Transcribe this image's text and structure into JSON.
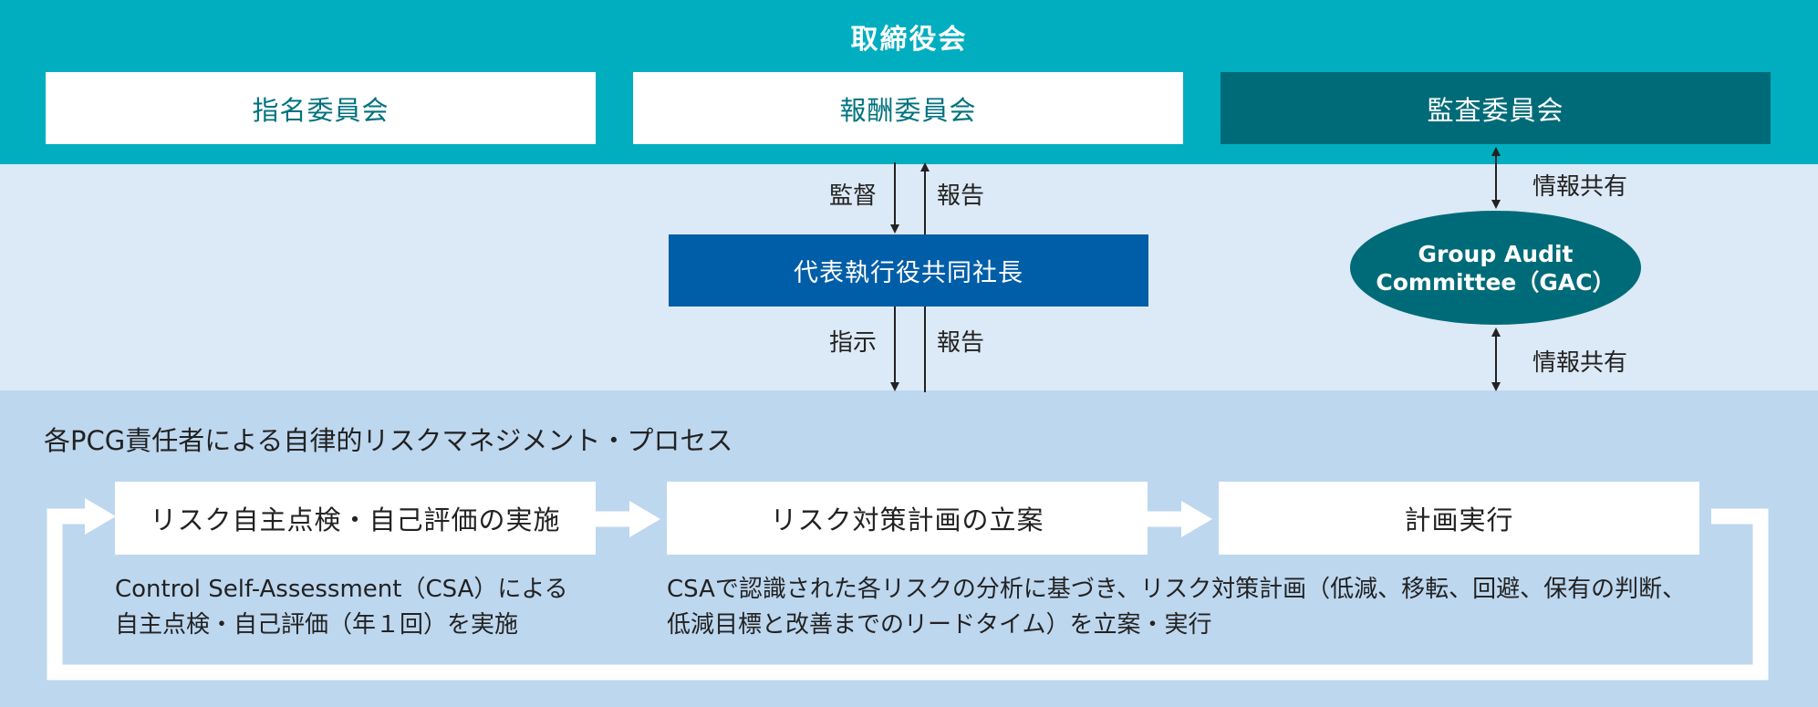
{
  "board": {
    "title": "取締役会"
  },
  "committees": [
    {
      "label": "指名委員会"
    },
    {
      "label": "報酬委員会"
    },
    {
      "label": "監査委員会"
    }
  ],
  "flows": {
    "supervise": "監督",
    "report_up": "報告",
    "instruct": "指示",
    "report_down": "報告",
    "info_share_top": "情報共有",
    "info_share_bottom": "情報共有"
  },
  "ceo": {
    "label": "代表執行役共同社長"
  },
  "gac": {
    "line1": "Group Audit",
    "line2": "Committee（GAC）"
  },
  "process": {
    "title": "各PCG責任者による自律的リスクマネジメント・プロセス",
    "steps": [
      {
        "label": "リスク自主点検・自己評価の実施"
      },
      {
        "label": "リスク対策計画の立案"
      },
      {
        "label": "計画実行"
      }
    ],
    "desc_left": [
      "Control Self-Assessment（CSA）による",
      "自主点検・自己評価（年１回）を実施"
    ],
    "desc_right": [
      "CSAで認識された各リスクの分析に基づき、リスク対策計画（低減、移転、回避、保有の判断、",
      "低減目標と改善までのリードタイム）を立案・実行"
    ]
  },
  "colors": {
    "board_band": "#00aebf",
    "committee_text": "#00727f",
    "audit_committee": "#006b78",
    "ceo": "#005ea8",
    "middle_band": "#dce9f6",
    "process_band": "#bdd7ef"
  }
}
